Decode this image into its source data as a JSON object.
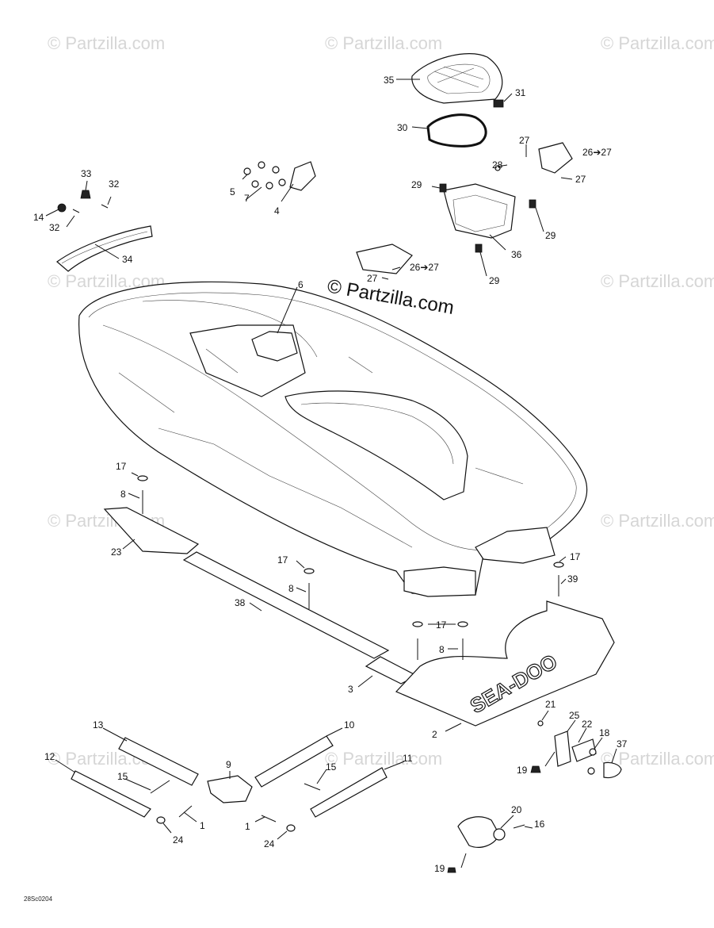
{
  "watermark": "© Partzilla.com",
  "figure_code": "28Sc0204",
  "callouts": {
    "c1a": "1",
    "c1b": "1",
    "c2": "2",
    "c3": "3",
    "c4": "4",
    "c5": "5",
    "c6": "6",
    "c7": "7",
    "c8a": "8",
    "c8b": "8",
    "c8c": "8",
    "c9": "9",
    "c10": "10",
    "c11": "11",
    "c12": "12",
    "c13": "13",
    "c14": "14",
    "c15a": "15",
    "c15b": "15",
    "c16": "16",
    "c17a": "17",
    "c17b": "17",
    "c17c": "17",
    "c17d": "17",
    "c18": "18",
    "c19a": "19",
    "c19b": "19",
    "c20": "20",
    "c21": "21",
    "c22": "22",
    "c23": "23",
    "c24a": "24",
    "c24b": "24",
    "c25": "25",
    "c26a": "26➔27",
    "c26b": "26➔27",
    "c27a": "27",
    "c27b": "27",
    "c27c": "27",
    "c28": "28",
    "c29a": "29",
    "c29b": "29",
    "c29c": "29",
    "c30": "30",
    "c31": "31",
    "c32a": "32",
    "c32b": "32",
    "c33": "33",
    "c34": "34",
    "c35": "35",
    "c36": "36",
    "c37": "37",
    "c38": "38",
    "c39": "39"
  },
  "brand_logo": "SEA-DOO"
}
